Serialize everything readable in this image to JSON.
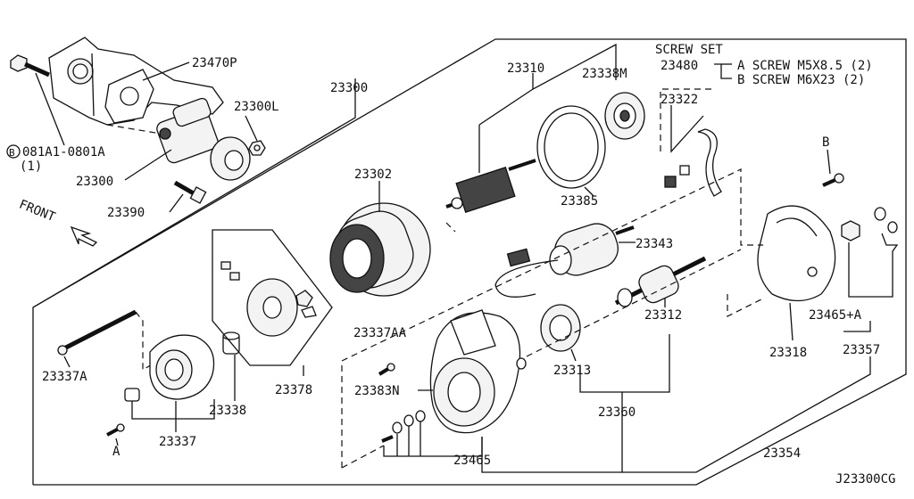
{
  "diagram_code": "J23300CG",
  "screw_set": {
    "title": "SCREW SET",
    "number": "23480",
    "item_a": "A SCREW M5X8.5 (2)",
    "item_b": "B SCREW M6X23  (2)"
  },
  "markers": {
    "a": "A",
    "b": "B",
    "front": "FRONT"
  },
  "bolt_ref": {
    "circled": "B",
    "code": "081A1-0801A",
    "qty": "(1)"
  },
  "labels": {
    "p23470P": "23470P",
    "p23300_top": "23300",
    "p23300L": "23300L",
    "p23300_left": "23300",
    "p23390": "23390",
    "p23310": "23310",
    "p23338M": "23338M",
    "p23322": "23322",
    "p23302": "23302",
    "p23385": "23385",
    "p23343": "23343",
    "p23312": "23312",
    "p23465A": "23465+A",
    "p23357": "23357",
    "p23318": "23318",
    "p23337AA": "23337AA",
    "p23383N": "23383N",
    "p23313": "23313",
    "p23360": "23360",
    "p23354": "23354",
    "p23465": "23465",
    "p23337A": "23337A",
    "p23378": "23378",
    "p23338": "23338",
    "p23337": "23337"
  }
}
